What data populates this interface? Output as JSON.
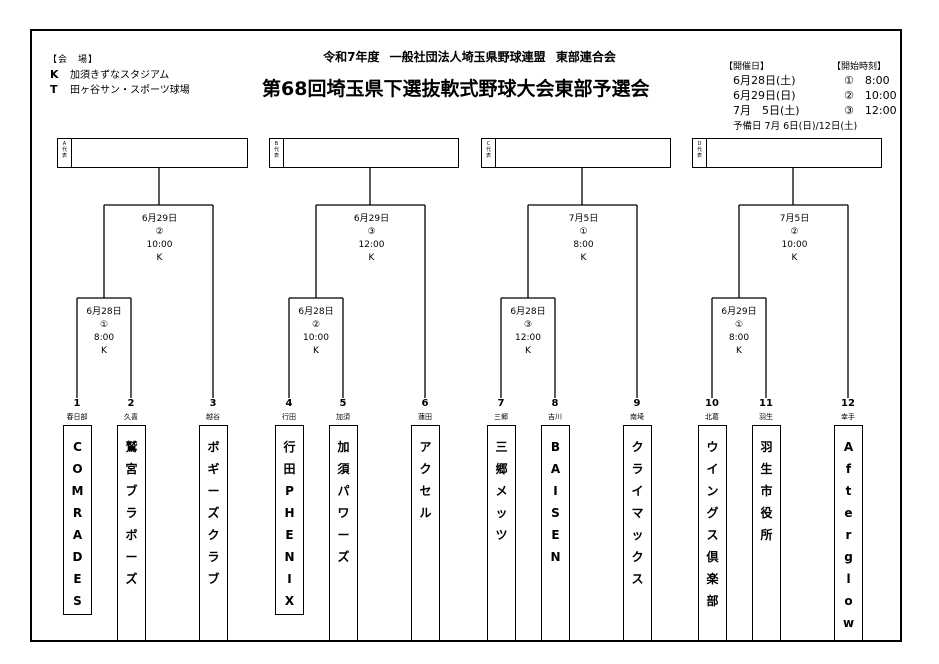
{
  "header": {
    "venue_heading": "【会　場】",
    "venues": [
      {
        "code": "K",
        "name": "加須きずなスタジアム"
      },
      {
        "code": "T",
        "name": "田ヶ谷サン・スポーツ球場"
      }
    ],
    "organization": "令和7年度",
    "organization2": "一般社団法人埼玉県野球連盟",
    "organization3": "東部連合会",
    "title": "第68回埼玉県下選抜軟式野球大会東部予選会"
  },
  "schedule": {
    "dates_heading": "【開催日】",
    "times_heading": "【開始時刻】",
    "dates": [
      "6月28日(土)",
      "6月29日(日)",
      "7月　5日(土)"
    ],
    "times": [
      "①　8:00",
      "②　10:00",
      "③　12:00"
    ],
    "spare": "予備日 7月 6日(日)/12日(土)"
  },
  "blocks": [
    {
      "rep_tag": [
        "A",
        "代",
        "表"
      ],
      "final": [
        "6月29日",
        "②",
        "10:00",
        "K"
      ],
      "first": [
        "6月28日",
        "①",
        "8:00",
        "K"
      ]
    },
    {
      "rep_tag": [
        "B",
        "代",
        "表"
      ],
      "final": [
        "6月29日",
        "③",
        "12:00",
        "K"
      ],
      "first": [
        "6月28日",
        "②",
        "10:00",
        "K"
      ]
    },
    {
      "rep_tag": [
        "C",
        "代",
        "表"
      ],
      "final": [
        "7月5日",
        "①",
        "8:00",
        "K"
      ],
      "first": [
        "6月28日",
        "③",
        "12:00",
        "K"
      ]
    },
    {
      "rep_tag": [
        "D",
        "代",
        "表"
      ],
      "final": [
        "7月5日",
        "②",
        "10:00",
        "K"
      ],
      "first": [
        "6月29日",
        "①",
        "8:00",
        "K"
      ]
    }
  ],
  "teams": [
    {
      "num": "1",
      "area": "春日部",
      "name": "COMRADES"
    },
    {
      "num": "2",
      "area": "久喜",
      "name": "鷲宮ブラボーズ"
    },
    {
      "num": "3",
      "area": "越谷",
      "name": "ボギーズクラブ"
    },
    {
      "num": "4",
      "area": "行田",
      "name": "行田PHENIX"
    },
    {
      "num": "5",
      "area": "加須",
      "name": "加須パワーズ"
    },
    {
      "num": "6",
      "area": "蓮田",
      "name": "アクセル"
    },
    {
      "num": "7",
      "area": "三郷",
      "name": "三郷メッツ"
    },
    {
      "num": "8",
      "area": "吉川",
      "name": "BAISEN"
    },
    {
      "num": "9",
      "area": "南埼",
      "name": "クライマックス"
    },
    {
      "num": "10",
      "area": "北葛",
      "name": "ウイングス倶楽部"
    },
    {
      "num": "11",
      "area": "羽生",
      "name": "羽生市役所"
    },
    {
      "num": "12",
      "area": "幸手",
      "name": "Afterglow"
    }
  ]
}
